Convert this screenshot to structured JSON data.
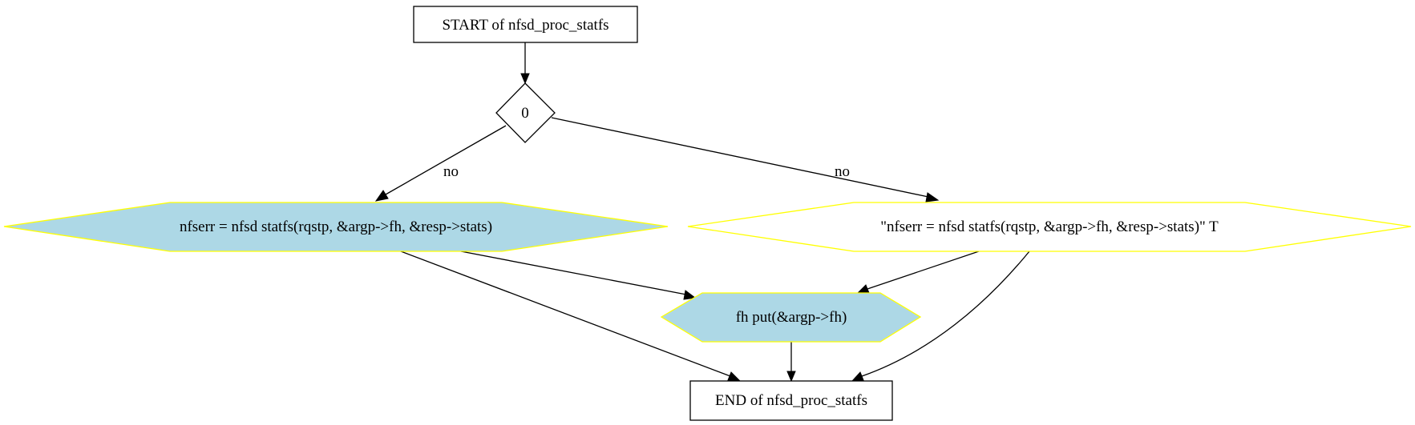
{
  "diagram": {
    "nodes": {
      "start": {
        "label": "START of nfsd_proc_statfs",
        "shape": "box"
      },
      "cond": {
        "label": "0",
        "shape": "diamond"
      },
      "call": {
        "label": "nfserr = nfsd  statfs(rqstp, &argp->fh, &resp->stats)",
        "shape": "hexagon",
        "fill": "#add8e6",
        "stroke": "#ffff00"
      },
      "call_str": {
        "label": "\"nfserr = nfsd  statfs(rqstp, &argp->fh, &resp->stats)\"  T",
        "shape": "hexagon",
        "fill": "#ffffff",
        "stroke": "#ffff00"
      },
      "fhput": {
        "label": "fh  put(&argp->fh)",
        "shape": "hexagon",
        "fill": "#add8e6",
        "stroke": "#ffff00"
      },
      "end": {
        "label": "END of nfsd_proc_statfs",
        "shape": "box"
      }
    },
    "edges": [
      {
        "from": "start",
        "to": "cond",
        "label": ""
      },
      {
        "from": "cond",
        "to": "call",
        "label": "no"
      },
      {
        "from": "cond",
        "to": "call_str",
        "label": "no"
      },
      {
        "from": "call",
        "to": "fhput",
        "label": ""
      },
      {
        "from": "call",
        "to": "end",
        "label": ""
      },
      {
        "from": "call_str",
        "to": "fhput",
        "label": ""
      },
      {
        "from": "call_str",
        "to": "end",
        "label": ""
      },
      {
        "from": "fhput",
        "to": "end",
        "label": ""
      }
    ]
  }
}
